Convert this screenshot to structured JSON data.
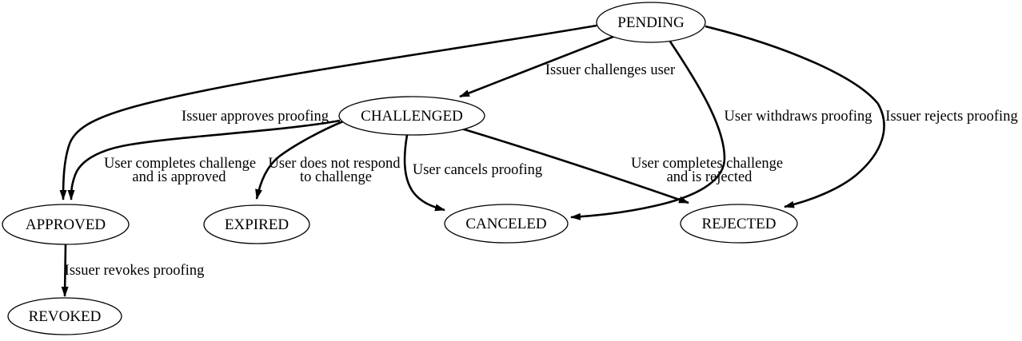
{
  "diagram": {
    "type": "state-machine",
    "background_color": "#ffffff",
    "line_color": "#000000",
    "text_color": "#000000",
    "nodes": {
      "pending": {
        "label": "PENDING"
      },
      "challenged": {
        "label": "CHALLENGED"
      },
      "approved": {
        "label": "APPROVED"
      },
      "expired": {
        "label": "EXPIRED"
      },
      "canceled": {
        "label": "CANCELED"
      },
      "rejected": {
        "label": "REJECTED"
      },
      "revoked": {
        "label": "REVOKED"
      }
    },
    "edges": [
      {
        "from": "PENDING",
        "to": "CHALLENGED",
        "lines": [
          "Issuer challenges user"
        ]
      },
      {
        "from": "PENDING",
        "to": "APPROVED",
        "lines": [
          "Issuer approves proofing"
        ]
      },
      {
        "from": "PENDING",
        "to": "CANCELED",
        "lines": [
          "User withdraws proofing"
        ]
      },
      {
        "from": "PENDING",
        "to": "REJECTED",
        "lines": [
          "Issuer rejects proofing"
        ]
      },
      {
        "from": "CHALLENGED",
        "to": "APPROVED",
        "lines": [
          "User completes challenge",
          "and is approved"
        ]
      },
      {
        "from": "CHALLENGED",
        "to": "EXPIRED",
        "lines": [
          "User does not respond",
          "to challenge"
        ]
      },
      {
        "from": "CHALLENGED",
        "to": "CANCELED",
        "lines": [
          "User cancels proofing"
        ]
      },
      {
        "from": "CHALLENGED",
        "to": "REJECTED",
        "lines": [
          "User completes challenge",
          "and is rejected"
        ]
      },
      {
        "from": "APPROVED",
        "to": "REVOKED",
        "lines": [
          "Issuer revokes proofing"
        ]
      }
    ]
  }
}
